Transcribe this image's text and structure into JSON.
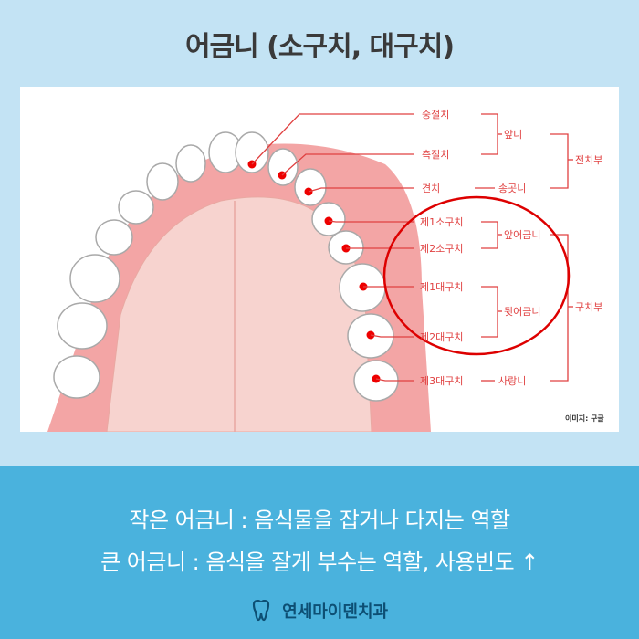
{
  "title": "어금니 (소구치, 대구치)",
  "diagram": {
    "tooth_labels": [
      "중절치",
      "측절치",
      "견치",
      "제1소구치",
      "제2소구치",
      "제1대구치",
      "제2대구치",
      "제3대구치"
    ],
    "group_labels": {
      "front_teeth": "앞니",
      "canine_alias": "송곳니",
      "anterior": "전치부",
      "front_molars": "앞어금니",
      "back_molars": "뒷어금니",
      "wisdom": "사랑니",
      "posterior": "구치부"
    },
    "credit": "이미지: 구글",
    "colors": {
      "marker": "#ee0000",
      "bracket": "#e04040",
      "gum": "#f3a5a5",
      "palate": "#f7d3cf",
      "circle": "#dd0000"
    }
  },
  "bottom": {
    "line1": "작은 어금니 : 음식물을 잡거나 다지는 역할",
    "line2": "큰 어금니 : 음식을 잘게 부수는 역할, 사용빈도 ↑",
    "brand": "연세마이덴치과",
    "brand_icon": "tooth-icon"
  }
}
